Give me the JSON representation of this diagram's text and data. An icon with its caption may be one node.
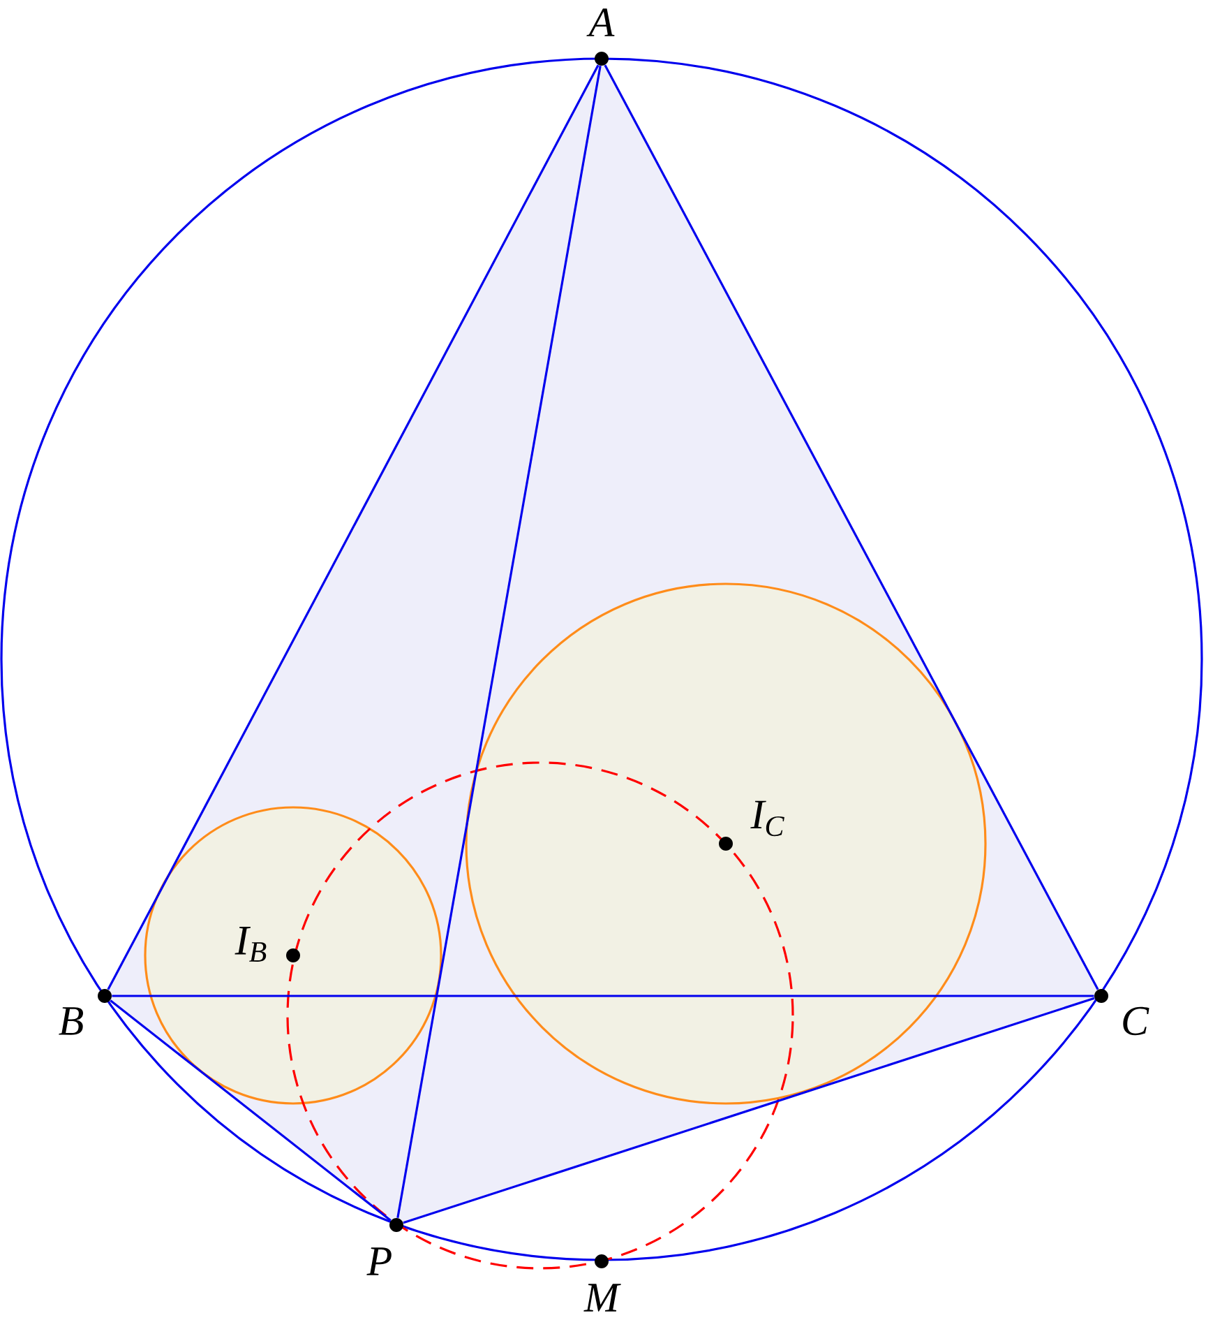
{
  "diagram": {
    "nodes": [
      {
        "text": [],
        "shape": "circle",
        "beside": [
          "A"
        ]
      },
      {
        "text": [],
        "shape": "circle",
        "beside": [
          "B"
        ]
      },
      {
        "text": [],
        "shape": "circle",
        "beside": [
          "C"
        ]
      },
      {
        "text": [],
        "shape": "circle",
        "beside": [
          "P"
        ]
      },
      {
        "text": [],
        "shape": "circle",
        "beside": [
          "M"
        ]
      },
      {
        "text": [],
        "shape": "circle",
        "beside": [
          "I$_{B}$"
        ]
      },
      {
        "text": [],
        "shape": "circle",
        "beside": [
          "I$_{C}$"
        ]
      }
    ],
    "edges": [
      {
        "from": 0,
        "to": 1,
        "arrow": "none"
      },
      {
        "from": 0,
        "to": 2,
        "arrow": "none"
      },
      {
        "from": 1,
        "to": 2,
        "arrow": "none"
      },
      {
        "from": 0,
        "to": 3,
        "arrow": "none"
      },
      {
        "from": 1,
        "to": 3,
        "arrow": "none"
      },
      {
        "from": 2,
        "to": 3,
        "arrow": "none"
      }
    ]
  }
}
